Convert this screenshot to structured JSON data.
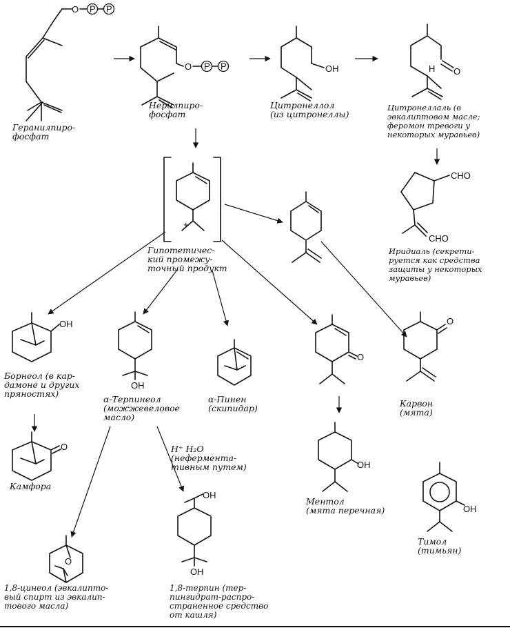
{
  "labels": {
    "geranyl_pp": [
      "Геранилпиро-",
      "фосфат"
    ],
    "neryl_pp": [
      "Нерилпиро-",
      "фосфат"
    ],
    "citronellol": [
      "Цитронеллол",
      "(из цитронеллы)"
    ],
    "citronellal": [
      "Цитронеллаль (в",
      "эвкалиптовом масле;",
      "феромон тревоги у",
      "некоторых муравьев)"
    ],
    "intermediate": [
      "Гипотетичес-",
      "кий промежу-",
      "точный продукт"
    ],
    "iridial": [
      "Иридиаль (секрети-",
      "руется как средства",
      "защиты у некоторых",
      "муравьев)"
    ],
    "borneol": [
      "Борнеол (в кар-",
      "дамоне и других",
      "пряностях)"
    ],
    "terpineol": [
      "α-Терпинеол",
      "(можжевеловое",
      "масло)"
    ],
    "pinene": [
      "α-Пинен",
      "(скипидар)"
    ],
    "carvone": [
      "Карвон",
      "(мята)"
    ],
    "camphor": [
      "Камфора"
    ],
    "nonenzymatic": [
      "H⁺ H₂O",
      "(неферментa-",
      "тивным путем)"
    ],
    "menthol": [
      "Ментол",
      "(мята перечная)"
    ],
    "thymol": [
      "Тимол",
      "(тимьян)"
    ],
    "cineol": [
      "1,8-цинеол (эвкалипто-",
      "вый спирт из эвкалип-",
      "тового масла)"
    ],
    "terpin": [
      "1,8-терпин (тер-",
      "пингидрат-распро-",
      "страненное средство",
      "от кашля)"
    ]
  },
  "chem": {
    "phosphate": "P",
    "oxygen": "O",
    "hydroxyl": "OH",
    "aldehyde_o": "O",
    "aldehyde_h": "H",
    "cho": "CHO",
    "ketone_o": "O",
    "plus": "+"
  }
}
